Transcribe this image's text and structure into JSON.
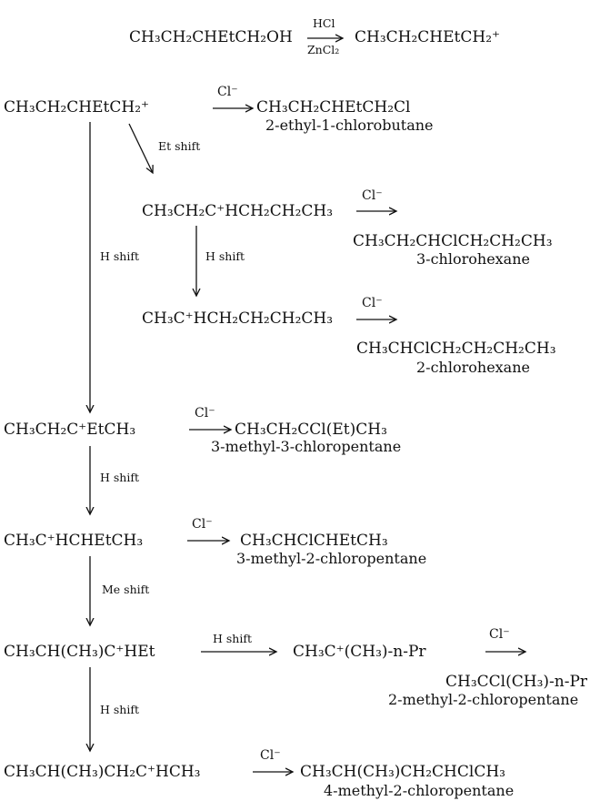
{
  "rows": [
    {
      "id": "r0",
      "formula": "CH₃CH₂CHEtCH₂OH",
      "product": "CH₃CH₂CHEtCH₂⁺",
      "reagent_top": "HCl",
      "reagent_bottom": "ZnCl₂"
    },
    {
      "id": "r1",
      "formula": "CH₃CH₂CHEtCH₂⁺",
      "anion": "Cl⁻",
      "product": "CH₃CH₂CHEtCH₂Cl",
      "name": "2-ethyl-1-chlorobutane"
    },
    {
      "id": "r2",
      "formula": "CH₃CH₂C⁺HCH₂CH₂CH₃",
      "anion": "Cl⁻",
      "product": "CH₃CH₂CHClCH₂CH₂CH₃",
      "name": "3-chlorohexane"
    },
    {
      "id": "r3",
      "formula": "CH₃C⁺HCH₂CH₂CH₂CH₃",
      "anion": "Cl⁻",
      "product": "CH₃CHClCH₂CH₂CH₂CH₃",
      "name": "2-chlorohexane"
    },
    {
      "id": "r4",
      "formula": "CH₃CH₂C⁺EtCH₃",
      "anion": "Cl⁻",
      "product": "CH₃CH₂CCl(Et)CH₃",
      "name": "3-methyl-3-chloropentane"
    },
    {
      "id": "r5",
      "formula": "CH₃C⁺HCHEtCH₃",
      "anion": "Cl⁻",
      "product": "CH₃CHClCHEtCH₃",
      "name": "3-methyl-2-chloropentane"
    },
    {
      "id": "r6",
      "formula": "CH₃CH(CH₃)C⁺HEt",
      "shift": "H shift",
      "product_cation": "CH₃C⁺(CH₃)-n-Pr",
      "anion": "Cl⁻",
      "product": "CH₃CCl(CH₃)-n-Pr",
      "name": "2-methyl-2-chloropentane"
    },
    {
      "id": "r7",
      "formula": "CH₃CH(CH₃)CH₂C⁺HCH₃",
      "anion": "Cl⁻",
      "product": "CH₃CH(CH₃)CH₂CHClCH₃",
      "name": "4-methyl-2-chloropentane"
    }
  ],
  "shifts": {
    "et": "Et shift",
    "h_inner": "H shift",
    "h_long": "H shift",
    "h_mid": "H shift",
    "me": "Me shift",
    "h_last": "H shift"
  }
}
